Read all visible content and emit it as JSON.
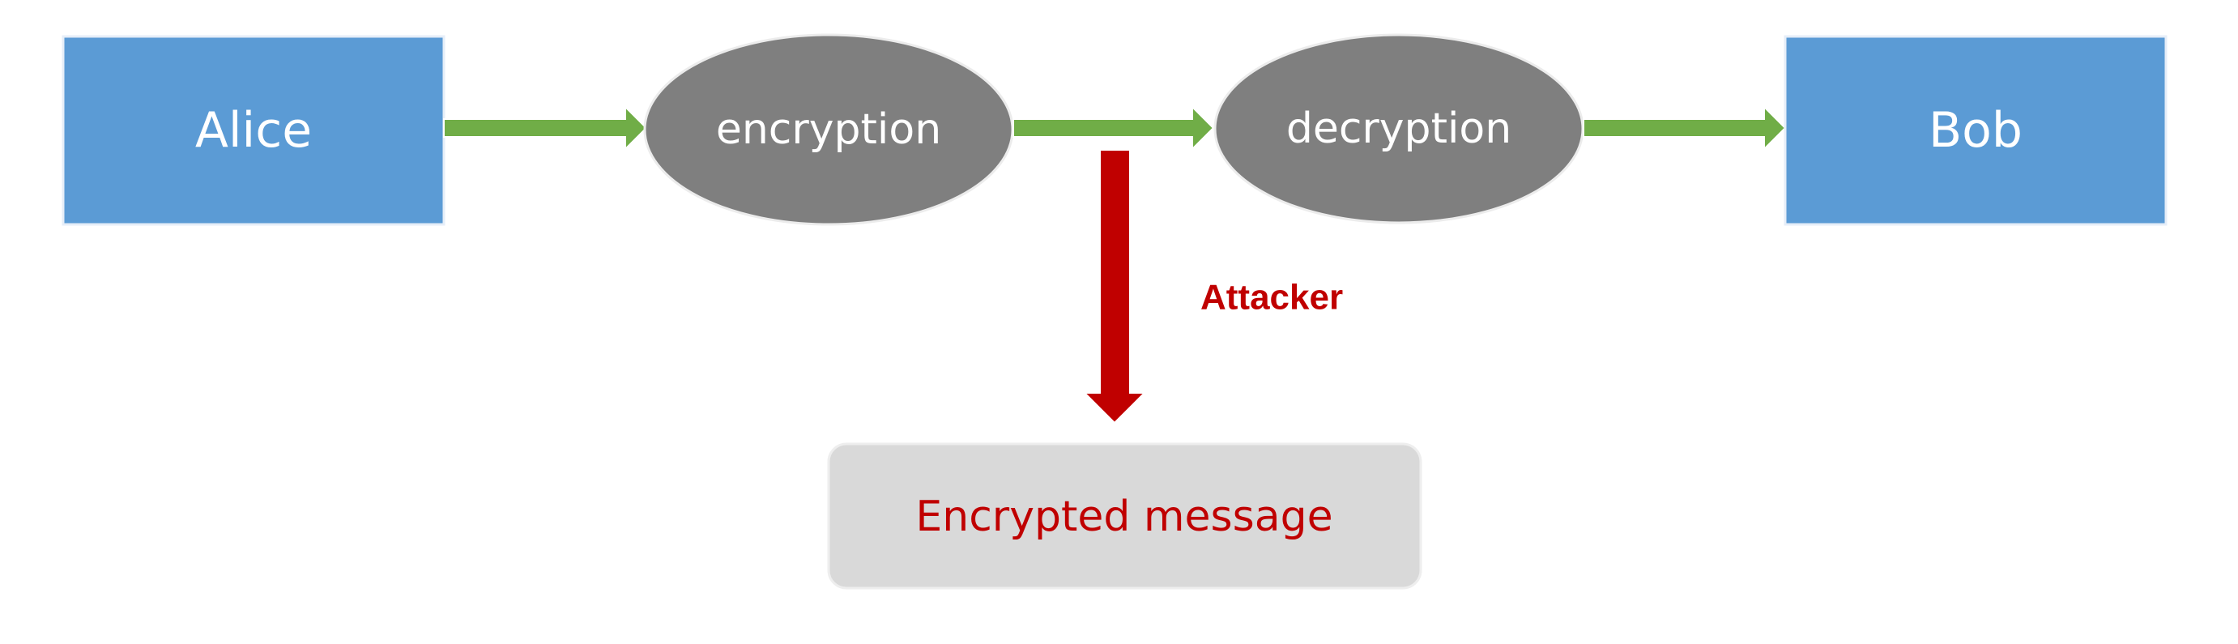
{
  "nodes": {
    "alice": "Alice",
    "encryption": "encryption",
    "decryption": "decryption",
    "bob": "Bob",
    "encrypted_message": "Encrypted message"
  },
  "edges": {
    "attacker_label": "Attacker"
  },
  "colors": {
    "party_box": "#5b9bd5",
    "process_ellipse": "#7f7f7f",
    "flow_arrow": "#70ad47",
    "attack_arrow": "#c00000",
    "message_box": "#d9d9d9",
    "attack_text": "#c00000",
    "light_text": "#ffffff"
  }
}
